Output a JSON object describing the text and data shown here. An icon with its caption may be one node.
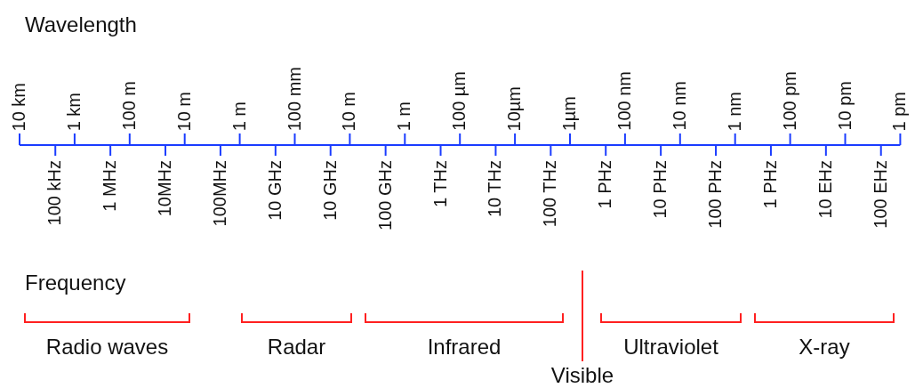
{
  "diagram": {
    "labels": [
      "Wavelength",
      "10 km",
      "1 km",
      "100 m",
      "10 m",
      "1 m",
      "100 mm",
      "10 m",
      "1 m",
      "100 µm",
      "10µm",
      "1µm",
      "100 nm",
      "10 nm",
      "1 nm",
      "100 pm",
      "10 pm",
      "1 pm",
      "100 kHz",
      "1 MHz",
      "10MHz",
      "100MHz",
      "10 GHz",
      "10 GHz",
      "100 GHz",
      "1 THz",
      "10 THz",
      "100 THz",
      "1 PHz",
      "10 PHz",
      "100 PHz",
      "1 PHz",
      "10 EHz",
      "100 EHz",
      "Frequency",
      "Radio waves",
      "Radar",
      "Infrared",
      "Ultraviolet",
      "X-ray",
      "Visible"
    ]
  }
}
